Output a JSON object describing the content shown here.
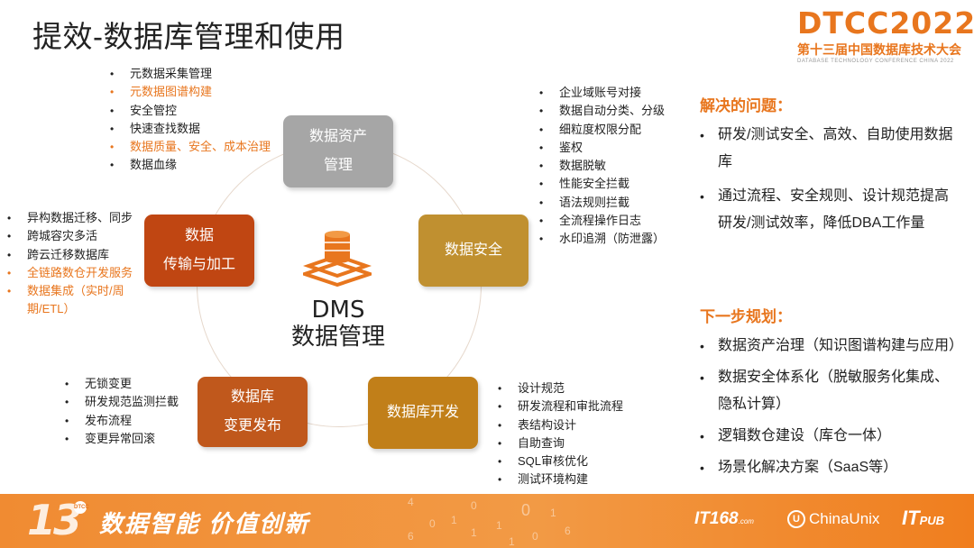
{
  "title": "提效-数据库管理和使用",
  "logo": {
    "main": "DTCC2022",
    "sub": "第十三届中国数据库技术大会",
    "en": "DATABASE TECHNOLOGY CONFERENCE CHINA 2022"
  },
  "center": {
    "line1": "DMS",
    "line2": "数据管理"
  },
  "boxes": {
    "asset": {
      "line1": "数据资产",
      "line2": "管理"
    },
    "security": {
      "line1": "数据安全"
    },
    "dev": {
      "line1": "数据库开发"
    },
    "release": {
      "line1": "数据库",
      "line2": "变更发布"
    },
    "transfer": {
      "line1": "数据",
      "line2": "传输与加工"
    }
  },
  "lists": {
    "asset": [
      "元数据采集管理",
      "元数据图谱构建",
      "安全管控",
      "快速查找数据",
      "数据质量、安全、成本治理",
      "数据血缘"
    ],
    "security": [
      "企业域账号对接",
      "数据自动分类、分级",
      "细粒度权限分配",
      "鉴权",
      "数据脱敏",
      "性能安全拦截",
      "语法规则拦截",
      "全流程操作日志",
      "水印追溯（防泄露）"
    ],
    "transfer": [
      "异构数据迁移、同步",
      "跨城容灾多活",
      "跨云迁移数据库",
      "全链路数仓开发服务",
      "数据集成（实时/周期/ETL）"
    ],
    "release": [
      "无锁变更",
      "研发规范监测拦截",
      "发布流程",
      "变更异常回滚"
    ],
    "dev": [
      "设计规范",
      "研发流程和审批流程",
      "表结构设计",
      "自助查询",
      "SQL审核优化",
      "测试环境构建"
    ]
  },
  "panel": {
    "problems_title": "解决的问题：",
    "problems": [
      "研发/测试安全、高效、自助使用数据库",
      "通过流程、安全规则、设计规范提高研发/测试效率，降低DBA工作量"
    ],
    "next_title": "下一步规划：",
    "next": [
      "数据资产治理（知识图谱构建与应用）",
      "数据安全体系化（脱敏服务化集成、隐私计算）",
      "逻辑数仓建设（库仓一体）",
      "场景化解决方案（SaaS等）"
    ]
  },
  "footer": {
    "number": "13",
    "badge": "DTCC",
    "slogan": "数据智能  价值创新",
    "logo_itpub168": "IT168",
    "logo_itpub168_suffix": ".com",
    "logo_chinaunix": "ChinaUnix",
    "logo_itpub": "IT",
    "logo_itpub_suffix": "PUB",
    "deco": [
      "4",
      "1",
      "0",
      "1",
      "0",
      "6",
      "1",
      "0",
      "1",
      "0",
      "6",
      "1"
    ]
  },
  "colors": {
    "accent": "#E8761E",
    "asset": "#A6A6A6",
    "security": "#C09030",
    "dev": "#C17F19",
    "release": "#C0581C",
    "transfer": "#C04612"
  }
}
